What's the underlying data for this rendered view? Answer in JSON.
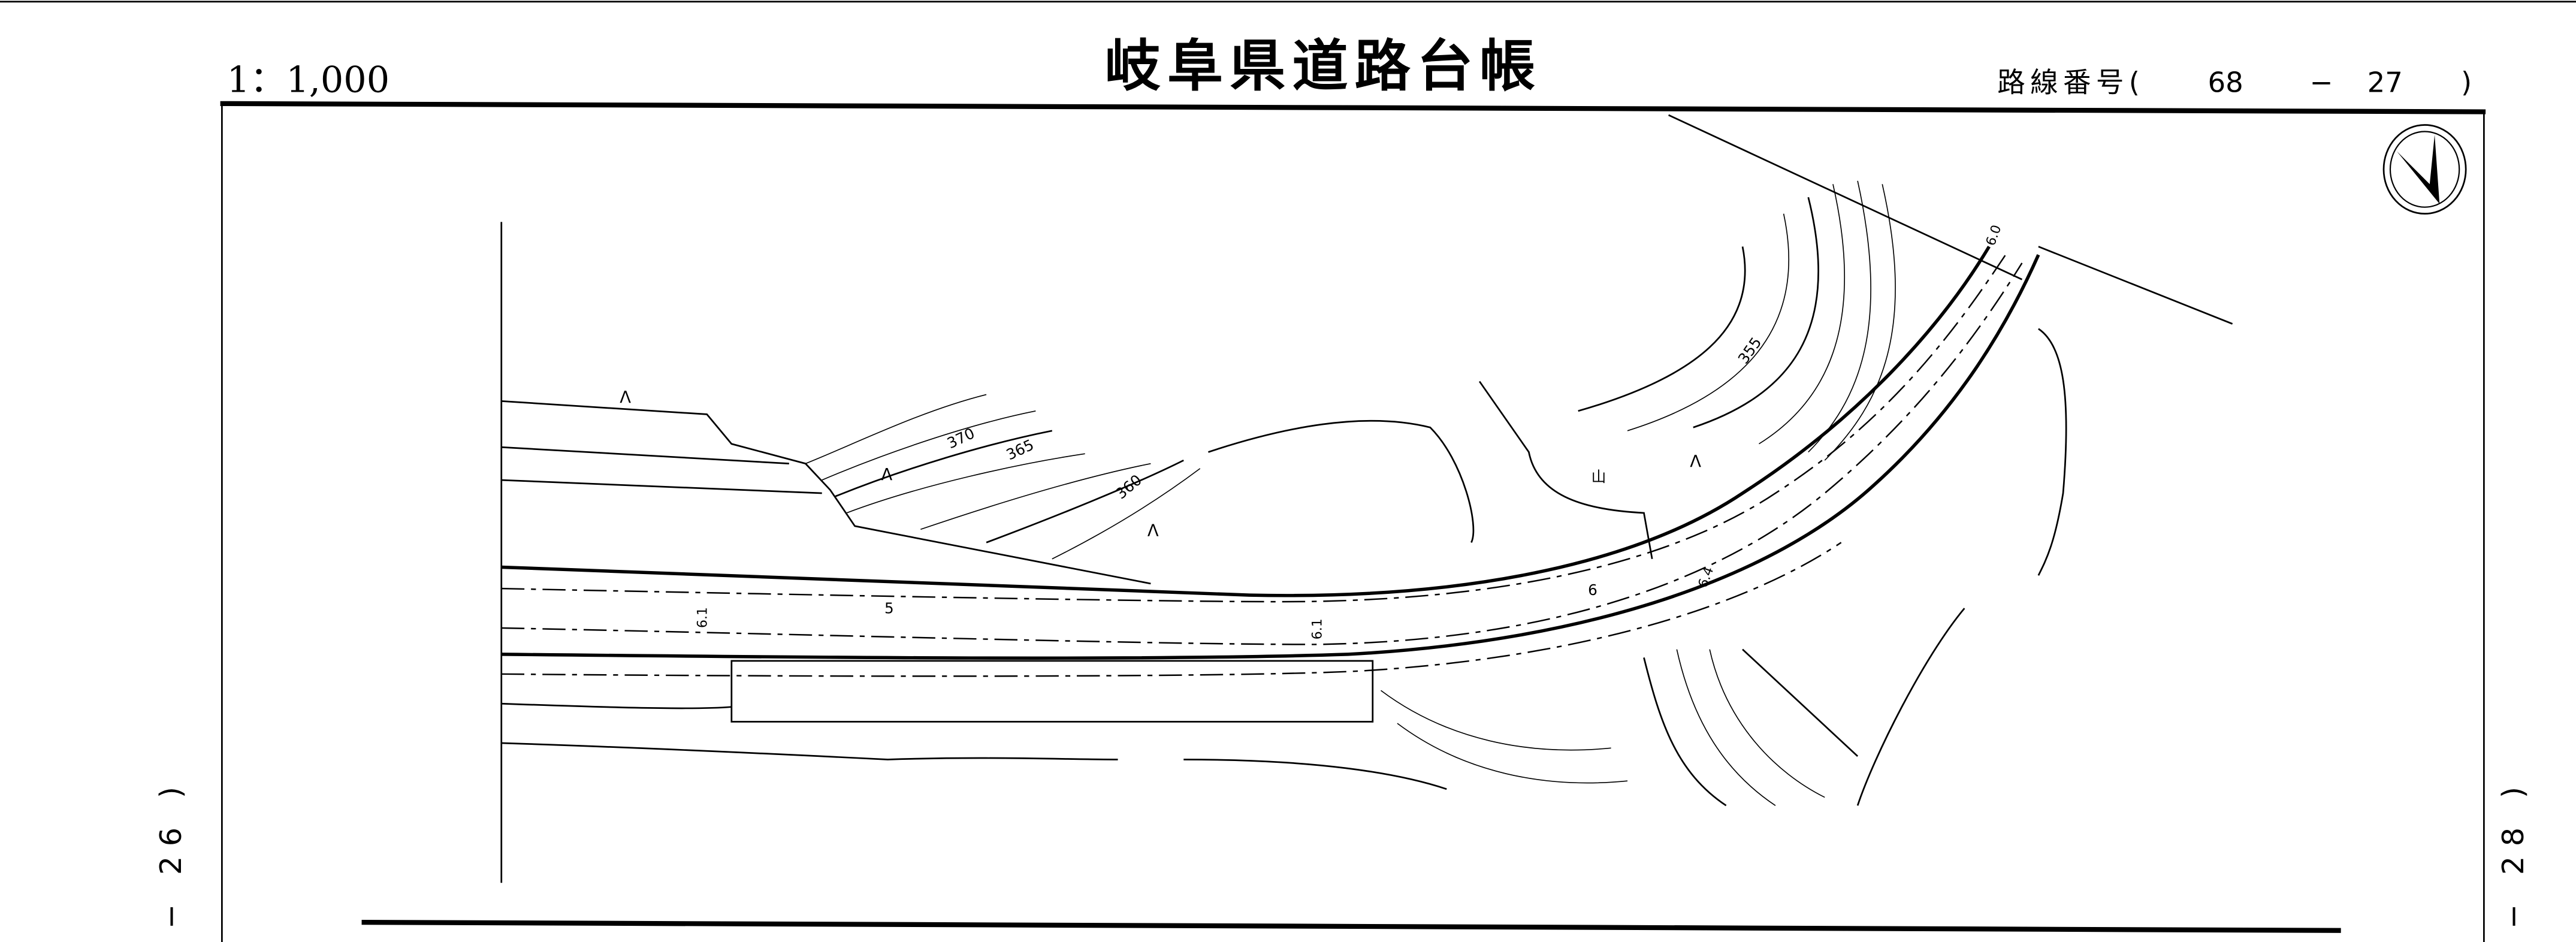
{
  "header": {
    "scale": "1：1,000",
    "title": "岐阜県道路台帳",
    "route_label": "路線番号(",
    "route_major": "68",
    "route_sep": "−",
    "route_minor": "27",
    "route_close": ")"
  },
  "side_pages": {
    "left": "− 26 )",
    "right": "− 28 )"
  },
  "map": {
    "contour_labels": [
      "370",
      "365",
      "360",
      "355"
    ],
    "station_labels": [
      "5",
      "6"
    ],
    "width_labels": [
      "6.1",
      "6.1",
      "6.4",
      "6.0"
    ],
    "symbols": [
      "Λ",
      "Λ",
      "Λ",
      "Λ",
      "山"
    ]
  },
  "north_arrow": "north-arrow"
}
